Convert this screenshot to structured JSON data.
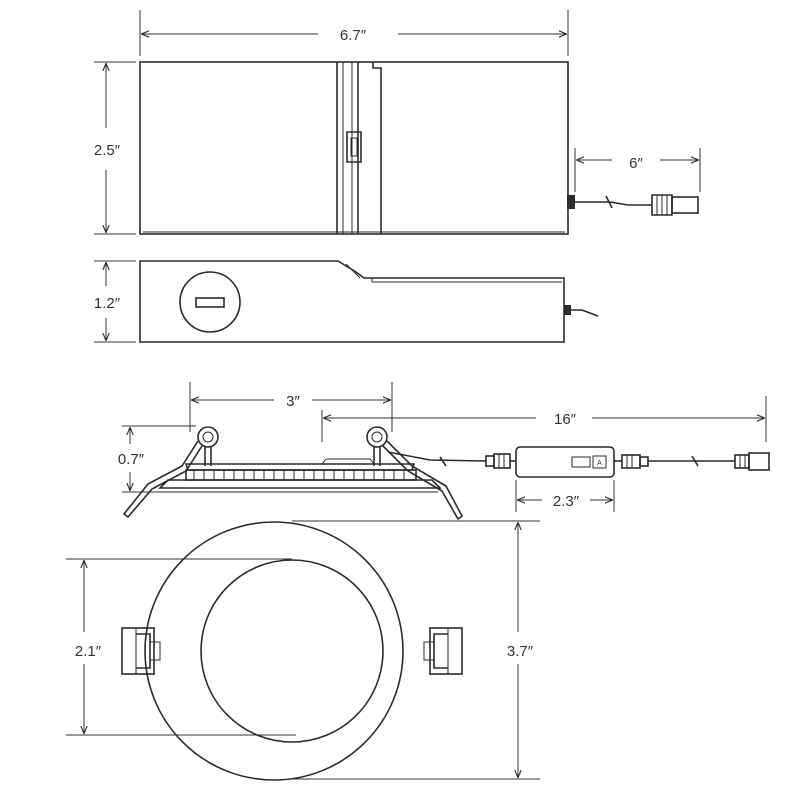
{
  "dimensions": {
    "box_width": "6.7″",
    "box_height": "2.5″",
    "side_height": "1.2″",
    "lead_length": "6″",
    "fixture_width": "3″",
    "fixture_height": "0.7″",
    "cable_length": "16″",
    "driver_length": "2.3″",
    "inner_diameter": "2.1″",
    "outer_diameter": "3.7″"
  },
  "driver_switch_label": "A"
}
